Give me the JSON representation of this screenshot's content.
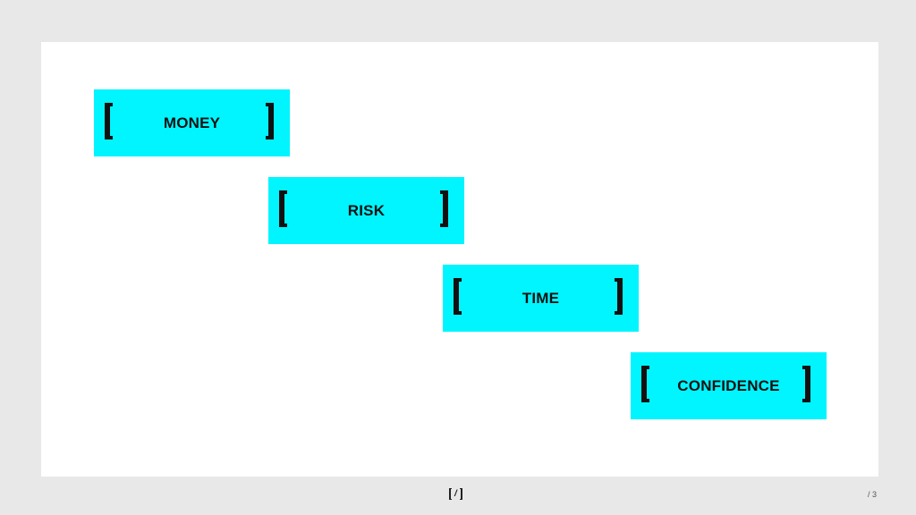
{
  "slide": {
    "items": [
      {
        "label": "MONEY"
      },
      {
        "label": "RISK"
      },
      {
        "label": "TIME"
      },
      {
        "label": "CONFIDENCE"
      }
    ]
  },
  "footer": {
    "logo_slash": "/",
    "page": "/ 3"
  },
  "colors": {
    "box_fill": "#00f5ff",
    "bracket": "#111111",
    "background": "#e8e8e8",
    "slide": "#ffffff"
  }
}
